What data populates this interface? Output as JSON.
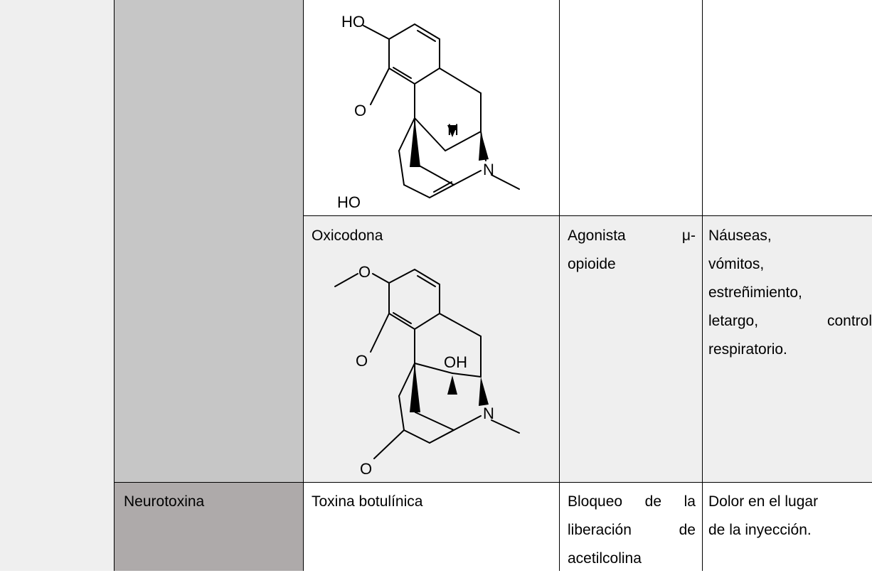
{
  "table": {
    "row_morphine": {
      "structure_labels": {
        "hydroxyl_top": "HO",
        "ring_oxygen": "O",
        "hydrogen": "H",
        "nitrogen": "N",
        "hydroxyl_bottom": "HO"
      }
    },
    "row_oxycodone": {
      "drug_name": "Oxicodona",
      "mechanism": [
        "Agonista μ-",
        "opioide"
      ],
      "effects": [
        "Náuseas,",
        "vómitos,",
        "estreñimiento,",
        "letargo, control",
        "respiratorio."
      ],
      "structure_labels": {
        "methoxy_oxygen": "O",
        "ring_oxygen": "O",
        "hydroxyl": "OH",
        "nitrogen": "N",
        "ketone_oxygen": "O"
      }
    },
    "row_botulinum": {
      "category": "Neurotoxina",
      "drug_name": "Toxina botulínica",
      "mechanism": [
        "Bloqueo de la",
        "liberación de",
        "acetilcolina"
      ],
      "effects": [
        "Dolor en el lugar",
        "de la inyección."
      ]
    }
  },
  "colors": {
    "col0_bg": "#efefef",
    "col1_bg": "#c6c6c6",
    "category_bg": "#aeaaaa",
    "row_highlight": "#efefef"
  }
}
